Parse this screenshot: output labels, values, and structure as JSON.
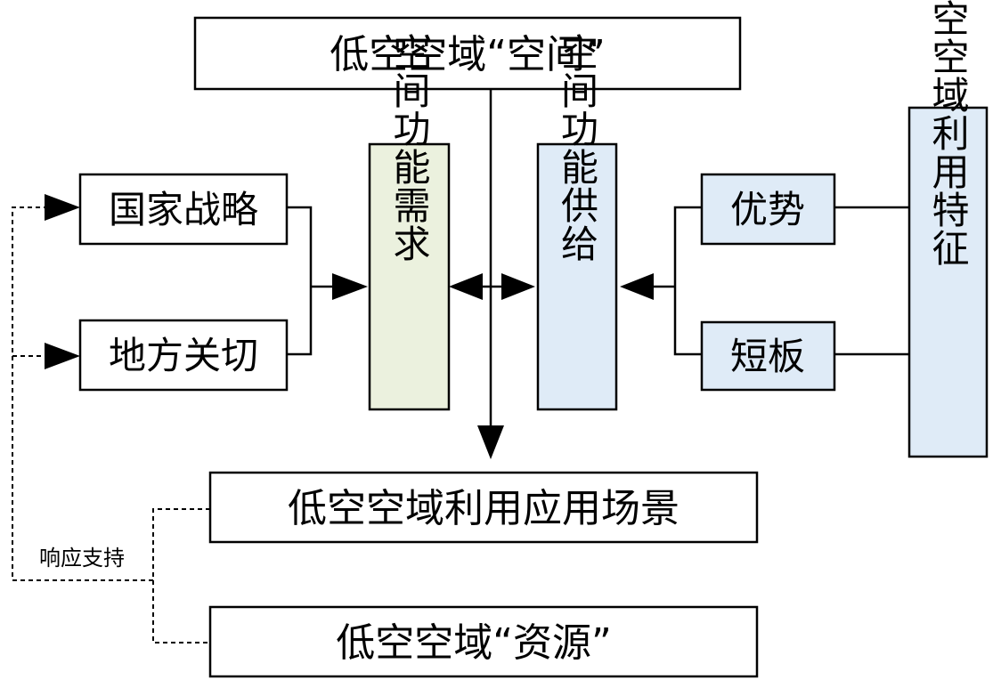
{
  "nodes": {
    "airspace_space": "低空空域“空间”",
    "national_strategy": "国家战略",
    "local_concern": "地方关切",
    "space_function_demand": "空间功能需求",
    "space_function_supply": "空间功能供给",
    "advantage": "优势",
    "shortcoming": "短板",
    "utilization_features": "低空空域利用特征",
    "application_scenarios": "低空空域利用应用场景",
    "airspace_resource": "低空空域“资源”"
  },
  "labels": {
    "response_support": "响应支持"
  },
  "colors": {
    "green_fill": "#ebf1de",
    "blue_fill": "#dfebf7",
    "white_fill": "#ffffff"
  }
}
